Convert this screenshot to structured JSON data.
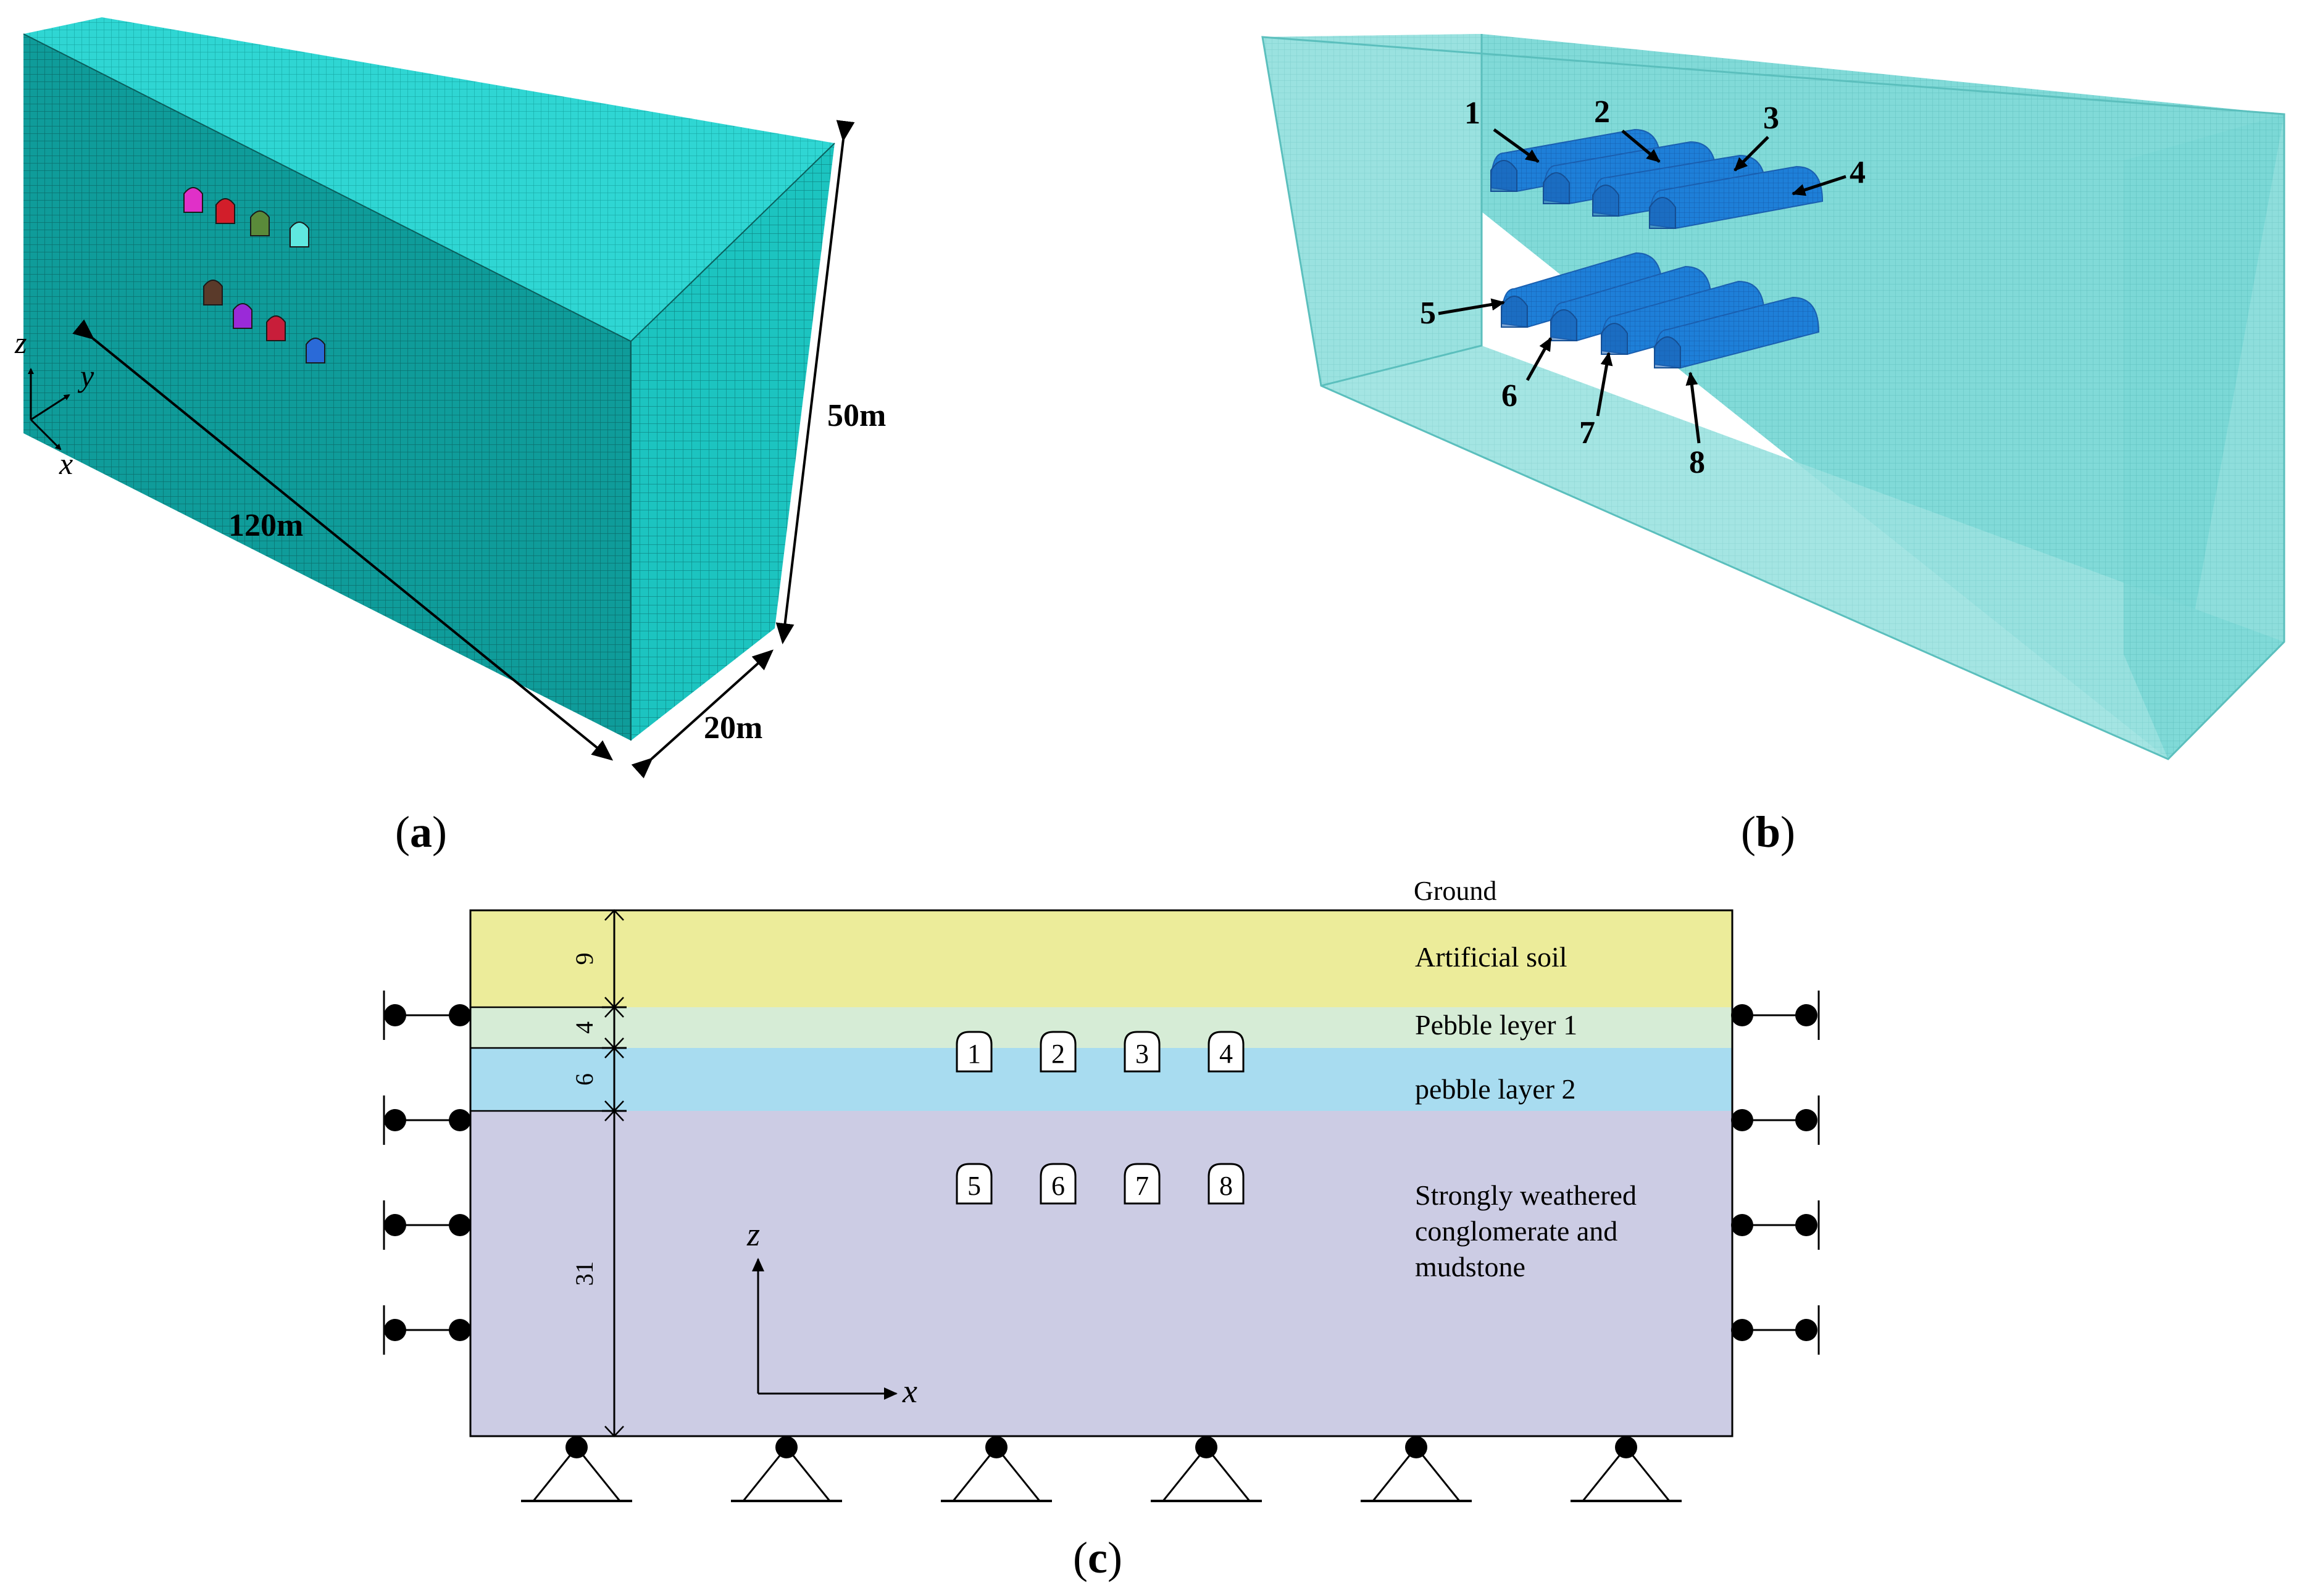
{
  "panel_a": {
    "caption_open": "(",
    "caption_letter": "a",
    "caption_close": ")",
    "dim_length": "120m",
    "dim_height": "50m",
    "dim_width": "20m",
    "axis_z": "z",
    "axis_y": "y",
    "axis_x": "x",
    "colors": {
      "front": "#0f9c9a",
      "top": "#2fd6d3",
      "side": "#1cc4c0",
      "tunnels": [
        "#e030c8",
        "#d21e2a",
        "#5a8a3a",
        "#5fe8e0",
        "#5a3a2a",
        "#9a2ad8",
        "#c81e3a",
        "#2a6ad8"
      ]
    }
  },
  "panel_b": {
    "caption_open": "(",
    "caption_letter": "b",
    "caption_close": ")",
    "tunnel_labels": [
      "1",
      "2",
      "3",
      "4",
      "5",
      "6",
      "7",
      "8"
    ],
    "colors": {
      "box": "#7ad8d6",
      "box_inner": "#9ae2e0",
      "tunnel": "#1e7fd8",
      "tunnel_end": "#1a5fb0"
    }
  },
  "panel_c": {
    "caption_open": "(",
    "caption_letter": "c",
    "caption_close": ")",
    "ground_label": "Ground",
    "layers": [
      {
        "name": "Artificial soil",
        "thickness": "9",
        "color": "#ecec9a"
      },
      {
        "name": "Pebble leyer 1",
        "thickness": "4",
        "color": "#d6ecd6"
      },
      {
        "name": "pebble layer 2",
        "thickness": "6",
        "color": "#a8dcf0"
      },
      {
        "name_lines": [
          "Strongly weathered",
          "conglomerate and",
          "mudstone"
        ],
        "thickness": "31",
        "color": "#cccce4"
      }
    ],
    "tunnel_labels": [
      "1",
      "2",
      "3",
      "4",
      "5",
      "6",
      "7",
      "8"
    ],
    "axis_z": "z",
    "axis_x": "x"
  }
}
